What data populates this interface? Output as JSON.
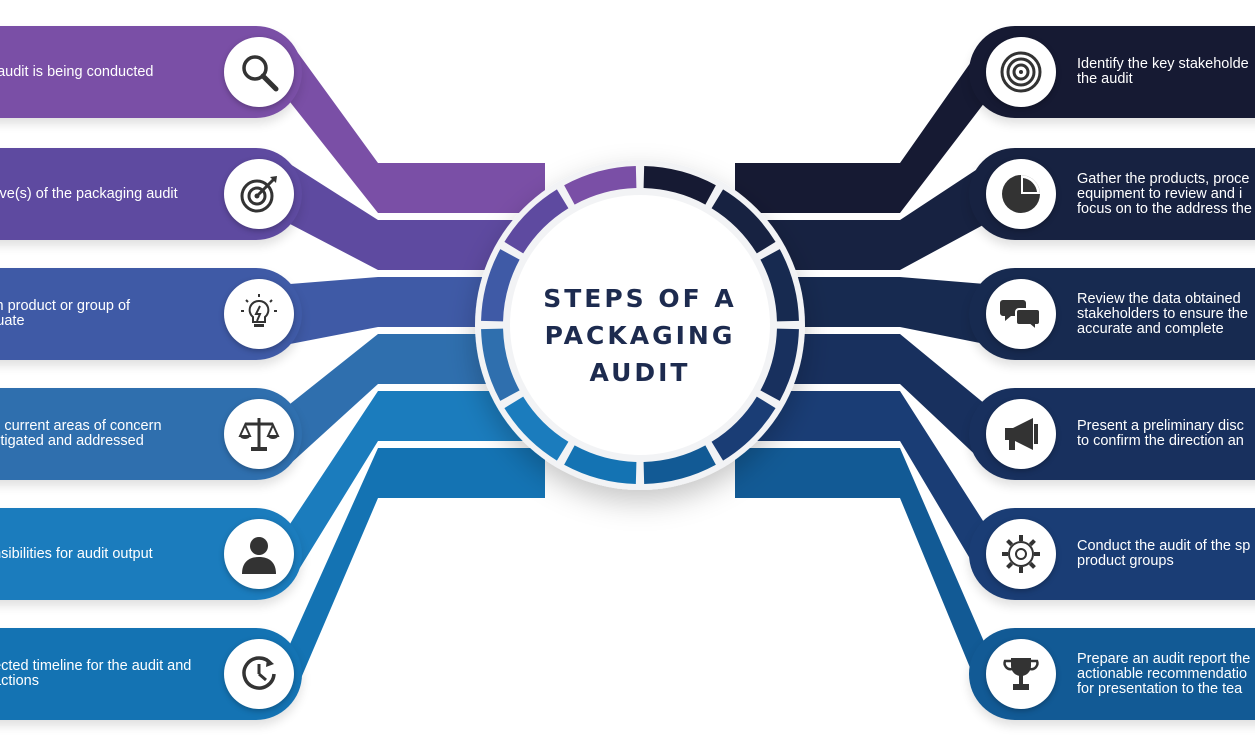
{
  "diagram": {
    "title": "STEPS OF A\nPACKAGING\nAUDIT",
    "left_steps": [
      {
        "text": "e audit is being conducted",
        "icon": "magnifier-icon",
        "color": "#7a4fa6"
      },
      {
        "text": "ctive(s) of the packaging audit",
        "icon": "target-dart-icon",
        "color": "#5e4aa0"
      },
      {
        "text": "ich product or group of\naluate",
        "icon": "lightbulb-icon",
        "color": "#3f5aa6"
      },
      {
        "text": "ch current areas of concern\nestigated and addressed",
        "icon": "scales-icon",
        "color": "#2f6fae"
      },
      {
        "text": "onsibilities for audit output",
        "icon": "person-icon",
        "color": "#1b7cbd"
      },
      {
        "text": "pected timeline for the audit and\nt actions",
        "icon": "clock-refresh-icon",
        "color": "#1473b3"
      }
    ],
    "right_steps": [
      {
        "text": "Identify the key stakeholde\nthe audit",
        "icon": "bullseye-icon",
        "color": "#161a33"
      },
      {
        "text": "Gather the products, proce\nequipment to review and i\nfocus on to the address the",
        "icon": "pie-chart-icon",
        "color": "#172241"
      },
      {
        "text": "Review the data obtained\nstakeholders to ensure the\naccurate and complete",
        "icon": "chat-bubbles-icon",
        "color": "#172a50"
      },
      {
        "text": "Present a preliminary disc\nto confirm the direction an",
        "icon": "megaphone-icon",
        "color": "#18305e"
      },
      {
        "text": "Conduct the audit of the sp\nproduct groups",
        "icon": "gear-icon",
        "color": "#1a3d75"
      },
      {
        "text": "Prepare an audit report the\nactionable recommendatio\nfor presentation to the tea",
        "icon": "trophy-icon",
        "color": "#125a95"
      }
    ]
  }
}
